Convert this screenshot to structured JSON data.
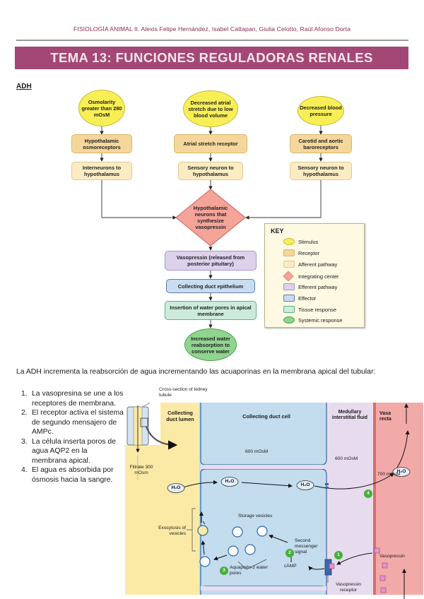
{
  "header": {
    "running_title": "FISIOLOGÍA ANIMAL II. Alexis Felipe Hernández, Isabel Cattapan, Giulia Celotto, Raúl Afonso Dorta",
    "banner_title": "TEMA 13: FUNCIONES REGULADORAS RENALES"
  },
  "section_heading": "ADH",
  "flowchart": {
    "columns": [
      {
        "stimulus": "Osmolarity greater than 280 mOsM",
        "receptor": "Hypothalamic osmoreceptors",
        "afferent": "Interneurons to hypothalamus"
      },
      {
        "stimulus": "Decreased atrial stretch due to low blood volume",
        "receptor": "Atrial stretch receptor",
        "afferent": "Sensory neuron to hypothalamus"
      },
      {
        "stimulus": "Decreased blood pressure",
        "receptor": "Carotid and aortic baroreceptors",
        "afferent": "Sensory neuron to hypothalamus"
      }
    ],
    "integrating_center": "Hypothalamic neurons that synthesize vasopressin",
    "efferent": "Vasopressin (released from posterior pituitary)",
    "effector": "Collecting duct epithelium",
    "tissue_response": "Insertion of water pores in apical membrane",
    "systemic_response": "Increased water reabsorption to conserve water"
  },
  "key": {
    "title": "KEY",
    "items": [
      {
        "label": "Stimulus",
        "color": "#f7ef55"
      },
      {
        "label": "Receptor",
        "color": "#f5d79c"
      },
      {
        "label": "Afferent pathway",
        "color": "#fbecc3"
      },
      {
        "label": "Integrating center",
        "color": "#f5a49a"
      },
      {
        "label": "Efferent pathway",
        "color": "#ddd1ec"
      },
      {
        "label": "Effector",
        "color": "#c9dcf1"
      },
      {
        "label": "Tissue response",
        "color": "#cdebdc"
      },
      {
        "label": "Systemic response",
        "color": "#8fd48f"
      }
    ]
  },
  "paragraph": "La ADH incrementa la reabsorción de agua incrementando las acuaporinas en la membrana apical del tubular:",
  "steps": [
    {
      "num": "1.",
      "text": "La vasopresina se une a los receptores de membrana."
    },
    {
      "num": "2.",
      "text": "El receptor activa el sistema de segundo mensajero de AMPc."
    },
    {
      "num": "3.",
      "text": "La célula inserta poros de agua AQP2 en la membrana apical."
    },
    {
      "num": "4.",
      "text": "El agua es absorbida por ósmosis hacia la sangre."
    }
  ],
  "cell_diagram": {
    "cross_section": "Cross-section of kidney tubule",
    "lumen": "Collecting duct lumen",
    "cell": "Collecting duct cell",
    "interstitial": "Medullary interstitial fluid",
    "vasa_recta": "Vasa recta",
    "filtrate": "Filtrate 300 mOsm",
    "cell_osm": "600 mOsM",
    "interstitial_osm": "600 mOsM",
    "vasa_osm": "700 mOsM",
    "h2o": "H₂O",
    "storage": "Storage vesicles",
    "second_messenger": "Second messenger signal",
    "camp": "cAMP",
    "exocytosis": "Exocytosis of vesicles",
    "aquaporin": "Aquaporin-2 water pores",
    "vasopressin": "Vasopressin",
    "receptor": "Vasopressin receptor",
    "step_badges": [
      "1",
      "2",
      "3",
      "4"
    ],
    "colors": {
      "lumen": "#fbeaa6",
      "cell": "#c3dcee",
      "interstitial": "#e7dcee",
      "vasa": "#f2aaa8",
      "badge": "#4aae3c"
    }
  }
}
